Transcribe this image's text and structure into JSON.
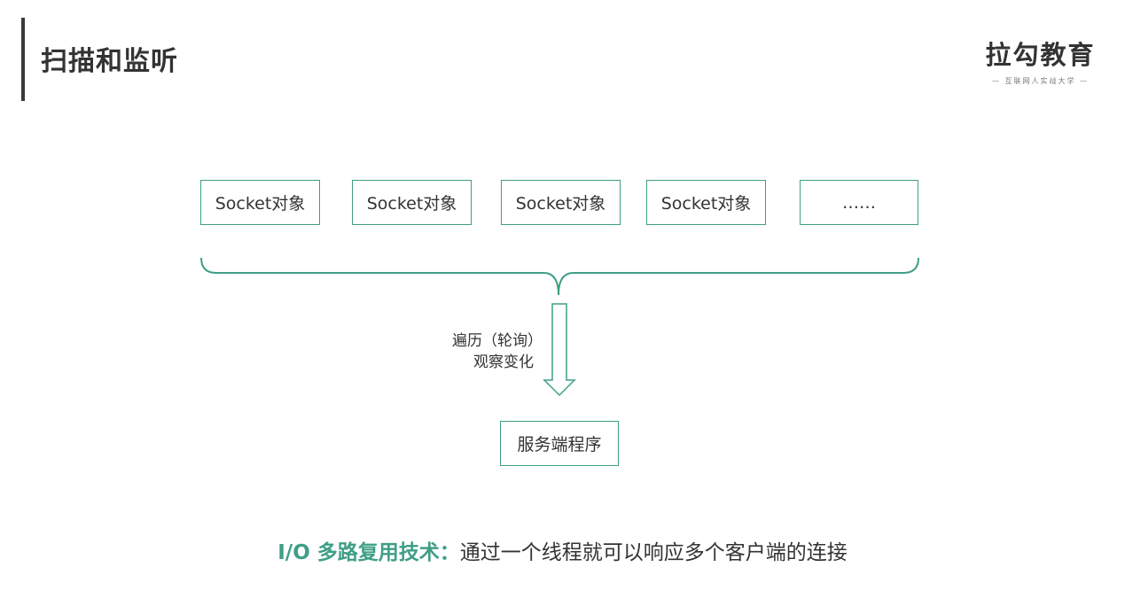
{
  "slide": {
    "title": "扫描和监听"
  },
  "logo": {
    "main": "拉勾教育",
    "sub": "— 互联网人实战大学 —"
  },
  "diagram": {
    "socket_boxes": [
      "Socket对象",
      "Socket对象",
      "Socket对象",
      "Socket对象",
      "……"
    ],
    "edge_label_line1": "遍历（轮询）",
    "edge_label_line2": "观察变化",
    "target_box": "服务端程序"
  },
  "caption": {
    "term": "I/O 多路复用技术：",
    "description": "通过一个线程就可以响应多个客户端的连接"
  },
  "colors": {
    "accent": "#3f9e86",
    "text": "#333333",
    "title_bar": "#3a3a3a"
  }
}
